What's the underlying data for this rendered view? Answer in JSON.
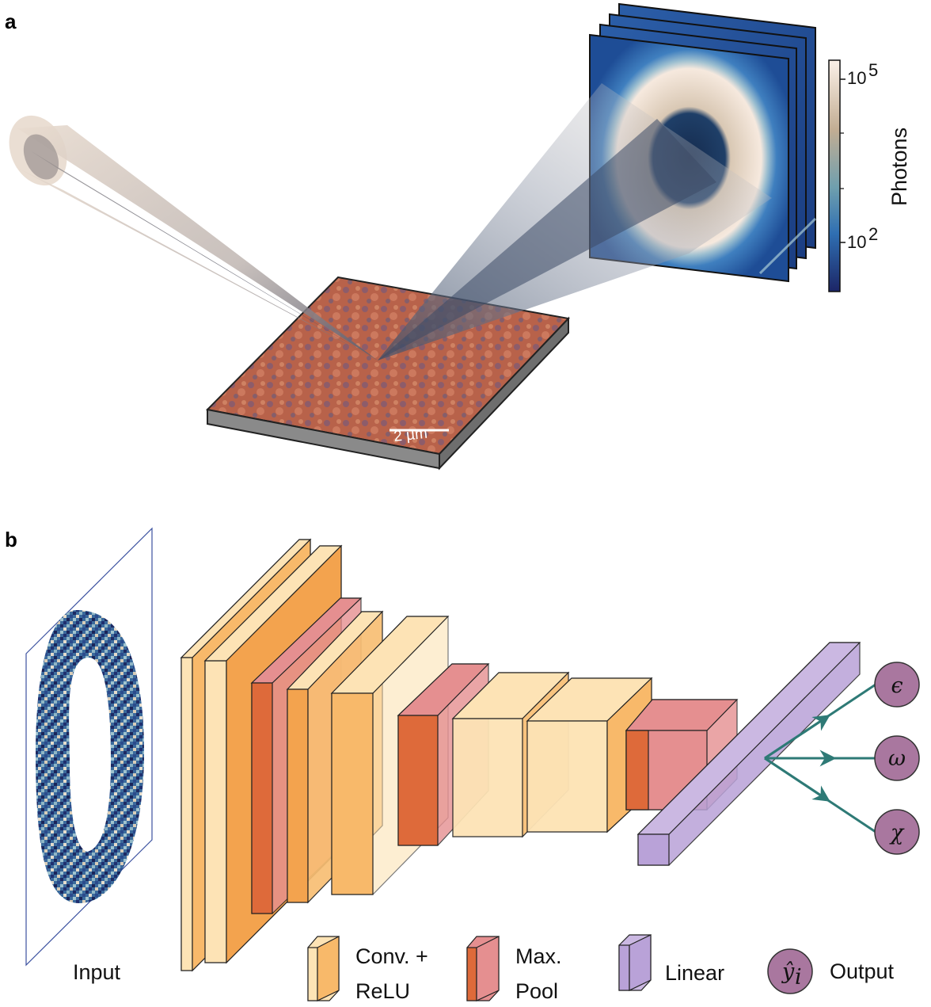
{
  "panel_a": {
    "label": "a",
    "scale_bar": "2 µm",
    "colorbar": {
      "title": "Photons",
      "tick_high_base": "10",
      "tick_high_exp": "5",
      "tick_low_base": "10",
      "tick_low_exp": "2"
    }
  },
  "panel_b": {
    "label": "b",
    "input_label": "Input",
    "outputs": [
      "ϵ",
      "ω",
      "χ"
    ],
    "legend": {
      "conv_line1": "Conv. +",
      "conv_line2": "ReLU",
      "pool_line1": "Max.",
      "pool_line2": "Pool",
      "linear": "Linear",
      "output_symbol": "ŷ",
      "output_sub": "i",
      "output": "Output"
    }
  },
  "colors": {
    "conv_light": "#fde3b5",
    "conv_mid": "#f8b96a",
    "conv_dark": "#f3a34e",
    "pool_light": "#e58f90",
    "pool_dark": "#de6a3a",
    "linear": "#b9a2d8",
    "output_node": "#a9779f",
    "arrow": "#2e7a76",
    "sample_surface": "#b65a45",
    "sample_side": "#8a8a8a"
  }
}
